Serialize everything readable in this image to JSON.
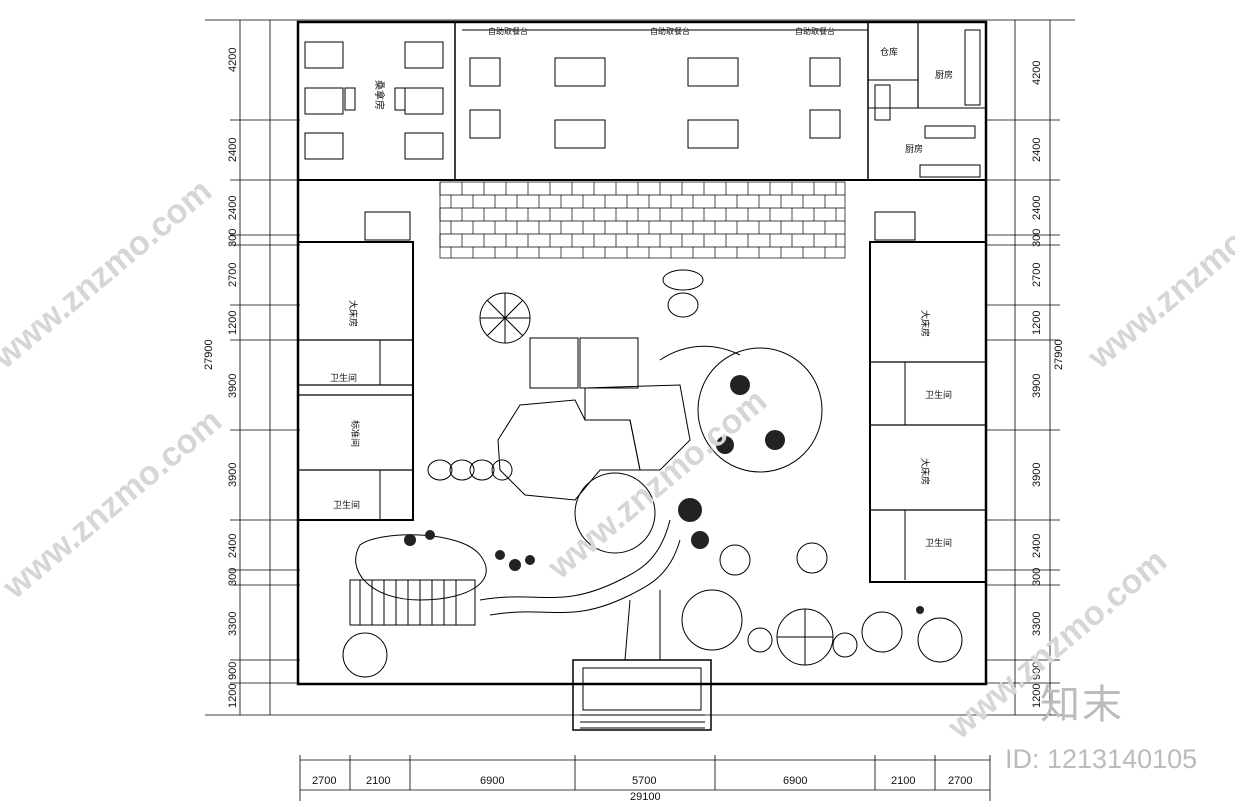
{
  "rooms": {
    "sauna": "桑拿房",
    "buffet_1": "自助取餐台",
    "buffet_2": "自助取餐台",
    "buffet_3": "自助取餐台",
    "storage": "仓库",
    "kitchen_upper": "厨房",
    "kitchen_lower": "厨房",
    "bed_left": "大床房",
    "bath_left_1": "卫生间",
    "std_left": "标准间",
    "bath_left_2": "卫生间",
    "bed_right_1": "大床房",
    "bath_right_1": "卫生间",
    "bed_right_2": "大床房",
    "bath_right_2": "卫生间"
  },
  "dims_left": [
    "4200",
    "2400",
    "2400",
    "300",
    "2700",
    "1200",
    "3900",
    "3900",
    "2400",
    "300",
    "3300",
    "900",
    "1200"
  ],
  "dims_right": [
    "4200",
    "2400",
    "2400",
    "300",
    "2700",
    "1200",
    "3900",
    "3900",
    "2400",
    "300",
    "3300",
    "900",
    "1200"
  ],
  "dims_bottom": [
    "2700",
    "2100",
    "6900",
    "5700",
    "6900",
    "2100",
    "2700"
  ],
  "total_vertical": "27900",
  "total_vertical_right": "27900",
  "total_horizontal": "29100",
  "watermark": {
    "site": "www.znzmo.com",
    "brand": "知末",
    "id_text": "ID: 1213140105"
  }
}
